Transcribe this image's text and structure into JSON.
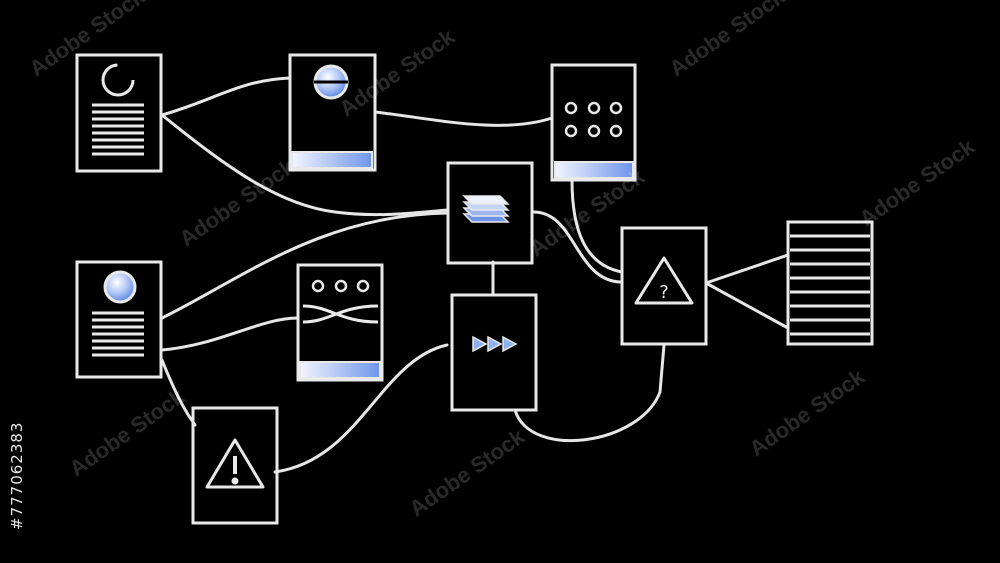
{
  "stock_id": "#777062383",
  "watermark": "Adobe Stock",
  "colors": {
    "background": "#000000",
    "line": "#e9e9e9",
    "accent_blue": "#6e94ea",
    "accent_light": "#f2f4ff"
  },
  "nodes": [
    {
      "id": "doc-top",
      "icon": "profile-document-icon"
    },
    {
      "id": "card-disc",
      "icon": "disc-icon"
    },
    {
      "id": "card-dots-six",
      "icon": "six-dots-icon"
    },
    {
      "id": "card-stack",
      "icon": "stack-icon"
    },
    {
      "id": "doc-bottom",
      "icon": "profile-document-icon"
    },
    {
      "id": "card-exchange",
      "icon": "exchange-icon"
    },
    {
      "id": "card-play",
      "icon": "fast-forward-icon"
    },
    {
      "id": "card-question",
      "icon": "warning-question-icon"
    },
    {
      "id": "card-warning",
      "icon": "warning-exclamation-icon"
    },
    {
      "id": "list-output",
      "icon": "list-lines-icon"
    }
  ]
}
